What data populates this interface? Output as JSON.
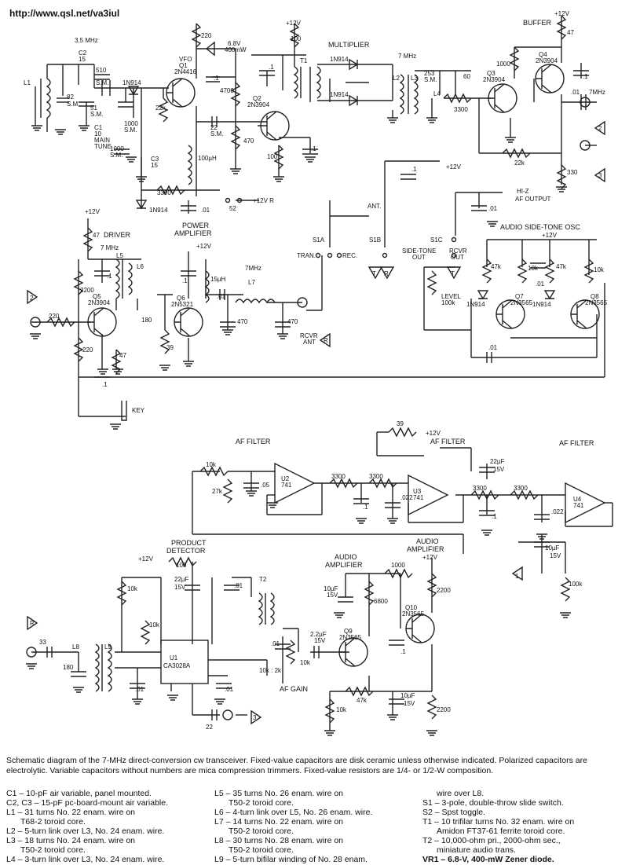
{
  "header": {
    "url": "http://www.qsl.net/va3iul"
  },
  "blocks": {
    "vfo": [
      "VFO",
      "Q1",
      "2N4416"
    ],
    "multiplier": "MULTIPLIER",
    "buffer": "BUFFER",
    "driver": "DRIVER",
    "power_amp": [
      "POWER",
      "AMPLIFIER"
    ],
    "side_tone": "AUDIO SIDE-TONE OSC",
    "af_filter": "AF FILTER",
    "product_detector": [
      "PRODUCT",
      "DETECTOR"
    ],
    "audio_amp1": [
      "AUDIO",
      "AMPLIFIER"
    ],
    "audio_amp2": [
      "AUDIO",
      "AMPLIFIER"
    ],
    "af_gain": "AF GAIN",
    "hiz": [
      "HI-Z",
      "AF OUTPUT"
    ]
  },
  "labels": {
    "f35": "3.5 MHz",
    "f7a": "7 MHz",
    "f7b": "7 MHz",
    "f7c": "7MHz",
    "f7d": "7MHz",
    "v12": "+12V",
    "v12r": "+12V R",
    "r220": "220",
    "r100": "100",
    "r47": "47",
    "r22k": "22k",
    "r470": "470",
    "r100b": "100",
    "r1000": "1000",
    "r3300": "3300",
    "r22kb": "22k",
    "r330": "330",
    "r4700": "4700",
    "r3300b": "3300",
    "r2200": "2200",
    "r220b": "220",
    "r220c": "220",
    "r47b": "47",
    "r39": "39",
    "c1": ".1",
    "c01": ".01",
    "c470": "470",
    "c470b": "470",
    "c510": "510",
    "sm": "S.M.",
    "c82": "82",
    "c51": "51",
    "c1000": "1000",
    "c1000b": "1000",
    "c22": "22",
    "c180": "180",
    "c253": "253",
    "c60": "60",
    "l1": "L1",
    "l2": "L2",
    "l3": "L3",
    "l4": "L4",
    "l5": "L5",
    "l6": "L6",
    "l7": "L7",
    "l8": "L8",
    "l9": "L9",
    "c1lab": [
      "C1",
      "10",
      "MAIN",
      "TUNE"
    ],
    "c2lab": [
      "C2",
      "15"
    ],
    "c3lab": [
      "C3",
      "15"
    ],
    "zener": [
      "6.8V",
      "400mW"
    ],
    "d1n914": "1N914",
    "q2": [
      "Q2",
      "2N3904"
    ],
    "q3": [
      "Q3",
      "2N3904"
    ],
    "q4": [
      "Q4",
      "2N3904"
    ],
    "q5": [
      "Q5",
      "2N3904"
    ],
    "q6": [
      "Q6",
      "2N5321"
    ],
    "q7": [
      "Q7",
      "2N3565"
    ],
    "q8": [
      "Q8",
      "2N3565"
    ],
    "q9": [
      "Q9",
      "2N3565"
    ],
    "q10": [
      "Q10",
      "2N3565"
    ],
    "t1": "T1",
    "t2": "T2",
    "l100uh": "100µH",
    "l15uh": "15µH",
    "s52": "52",
    "s1a": "S1A",
    "s1b": "S1B",
    "s1c": "S1C",
    "ant": "ANT.",
    "tran": "TRAN.",
    "rec": "REC.",
    "rcvrant": [
      "RCVR",
      "ANT"
    ],
    "stout": [
      "SIDE-TONE",
      "OUT"
    ],
    "rcvrout": [
      "RCVR",
      "OUT"
    ],
    "level": [
      "LEVEL",
      "100k"
    ],
    "key": "KEY",
    "u1": [
      "U1",
      "CA3028A"
    ],
    "u2": [
      "U2",
      "741"
    ],
    "u3": [
      "U3",
      "741"
    ],
    "u4": [
      "U4",
      "741"
    ],
    "r10k": "10k",
    "r27k": "27k",
    "c05": ".05",
    "c022": ".022",
    "c22uf": [
      "22µF",
      "15V"
    ],
    "c10uf": [
      "10µF",
      "15V"
    ],
    "r100k": "100k",
    "r6800": "6800",
    "r47k": "47k",
    "c2u2": [
      "2.2µF",
      "15V"
    ],
    "c33": "33",
    "r10k2k": "10k : 2k",
    "tags": [
      "1",
      "2",
      "3",
      "T",
      "R"
    ]
  },
  "caption": "Schematic diagram of the 7-MHz direct-conversion cw transceiver. Fixed-value capacitors are disk ceramic unless otherwise indicated. Polarized capacitors are electrolytic. Variable capacitors without numbers are mica compression trimmers. Fixed-value resistors are 1/4- or 1/2-W composition.",
  "parts_list": {
    "col1": [
      "C1 – 10-pF air variable, panel mounted.",
      "C2, C3 – 15-pF pc-board-mount air variable.",
      "L1 – 31 turns No. 22 enam. wire on",
      "T68-2 toroid core.",
      "L2 – 5-turn link over L3, No. 24 enam. wire.",
      "L3 – 18 turns No. 24 enam. wire on",
      "T50-2 toroid core.",
      "L4 – 3-turn link over L3, No. 24 enam. wire."
    ],
    "col2": [
      "L5 – 35 turns No. 26 enam. wire on",
      "T50-2 toroid core.",
      "L6 – 4-turn link over L5, No. 26 enam. wire.",
      "L7 – 14 turns No. 22 enam. wire on",
      "T50-2 toroid core.",
      "L8 – 30 turns No. 28 enam. wire on",
      "T50-2 toroid core.",
      "L9 – 5-turn bifilar winding of No. 28 enam."
    ],
    "col3": [
      "wire over L8.",
      "S1 – 3-pole, double-throw slide switch.",
      "S2 – Spst toggle.",
      "T1 – 10 trifilar turns No. 32 enam. wire on",
      "Amidon FT37-61 ferrite toroid core.",
      "T2 – 10,000-ohm pri., 2000-ohm sec.,",
      "miniature audio trans.",
      "VR1 – 6.8-V, 400-mW Zener diode."
    ]
  }
}
